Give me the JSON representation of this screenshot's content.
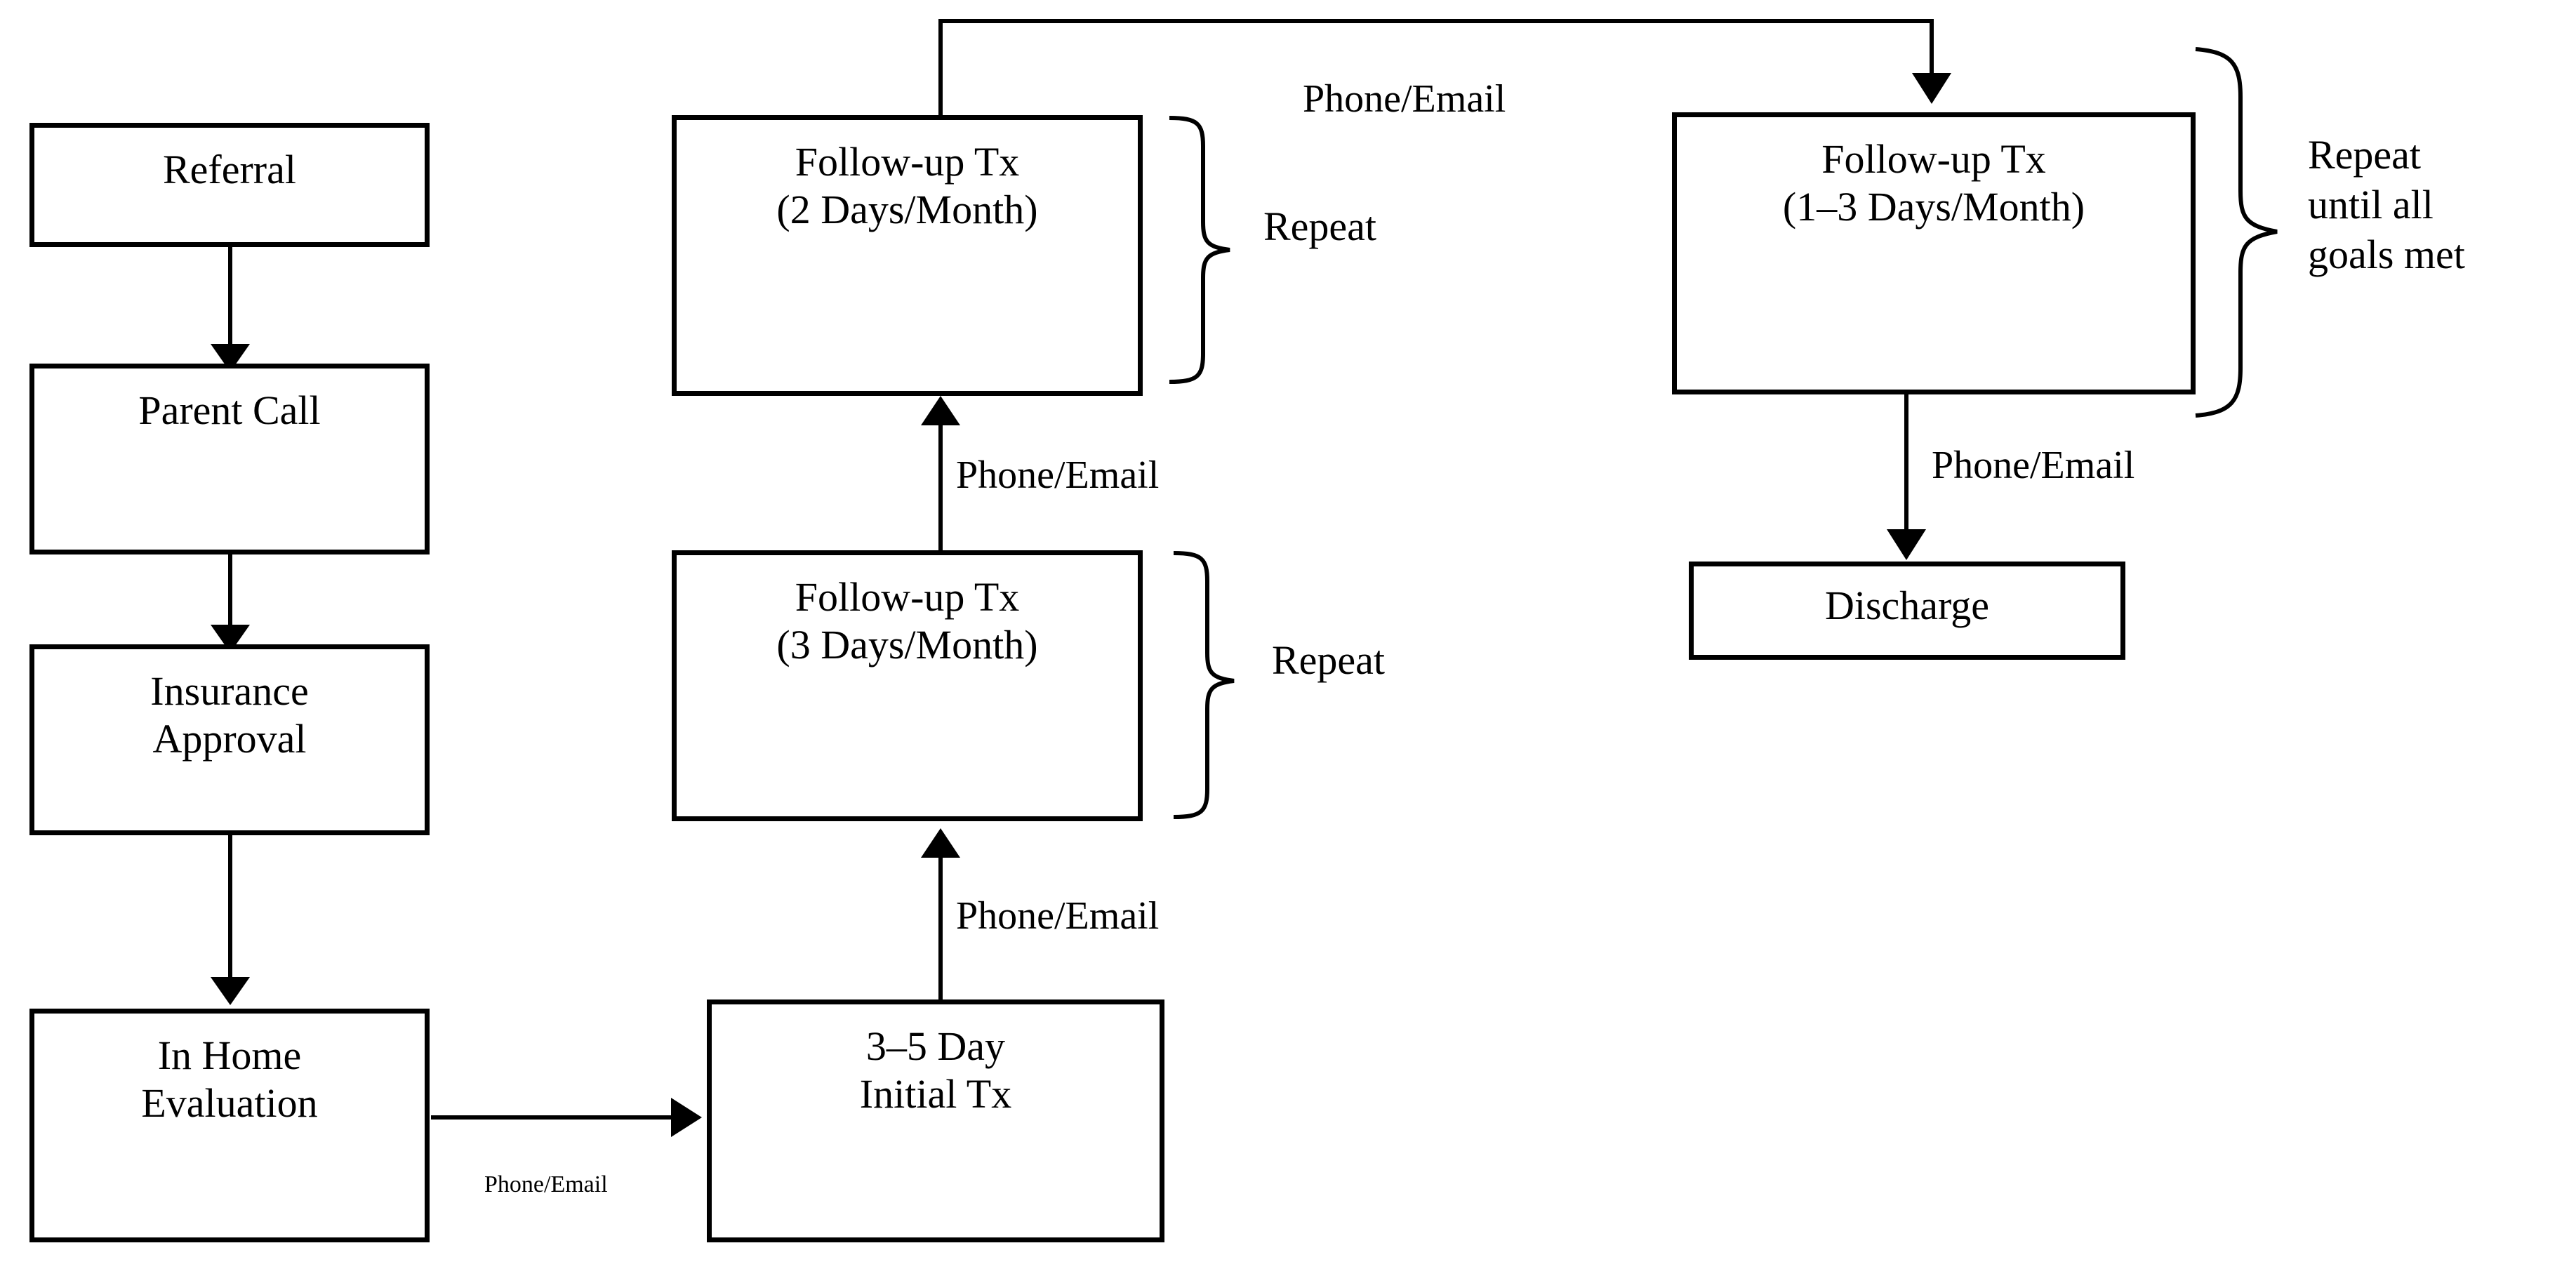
{
  "diagram": {
    "title": "Home-based treatment care pathway flowchart",
    "stroke_color": "#000000",
    "background_color": "#ffffff",
    "nodes": [
      {
        "id": "referral",
        "lines": [
          "Referral"
        ]
      },
      {
        "id": "parent-call",
        "lines": [
          "Parent Call"
        ]
      },
      {
        "id": "insurance",
        "lines": [
          "Insurance",
          "Approval"
        ]
      },
      {
        "id": "in-home-eval",
        "lines": [
          "In Home",
          "Evaluation"
        ]
      },
      {
        "id": "initial-tx",
        "lines": [
          "3–5 Day",
          "Initial Tx"
        ]
      },
      {
        "id": "followup-3day",
        "lines": [
          "Follow-up Tx",
          "(3 Days/Month)"
        ]
      },
      {
        "id": "followup-2day",
        "lines": [
          "Follow-up Tx",
          "(2 Days/Month)"
        ]
      },
      {
        "id": "followup-1-3day",
        "lines": [
          "Follow-up Tx",
          "(1–3 Days/Month)"
        ]
      },
      {
        "id": "discharge",
        "lines": [
          "Discharge"
        ]
      }
    ],
    "edge_labels": [
      {
        "id": "eval-to-initial",
        "text": "Phone/Email",
        "size": "small"
      },
      {
        "id": "initial-to-3day",
        "text": "Phone/Email",
        "size": "normal"
      },
      {
        "id": "3day-to-2day",
        "text": "Phone/Email",
        "size": "normal"
      },
      {
        "id": "2day-to-1-3day",
        "text": "Phone/Email",
        "size": "normal"
      },
      {
        "id": "1-3day-to-discharge",
        "text": "Phone/Email",
        "size": "normal"
      }
    ],
    "brace_labels": [
      {
        "id": "repeat-3day",
        "text": "Repeat"
      },
      {
        "id": "repeat-2day",
        "text": "Repeat"
      },
      {
        "id": "repeat-until-goals",
        "text": "Repeat\nuntil all\ngoals met"
      }
    ]
  }
}
